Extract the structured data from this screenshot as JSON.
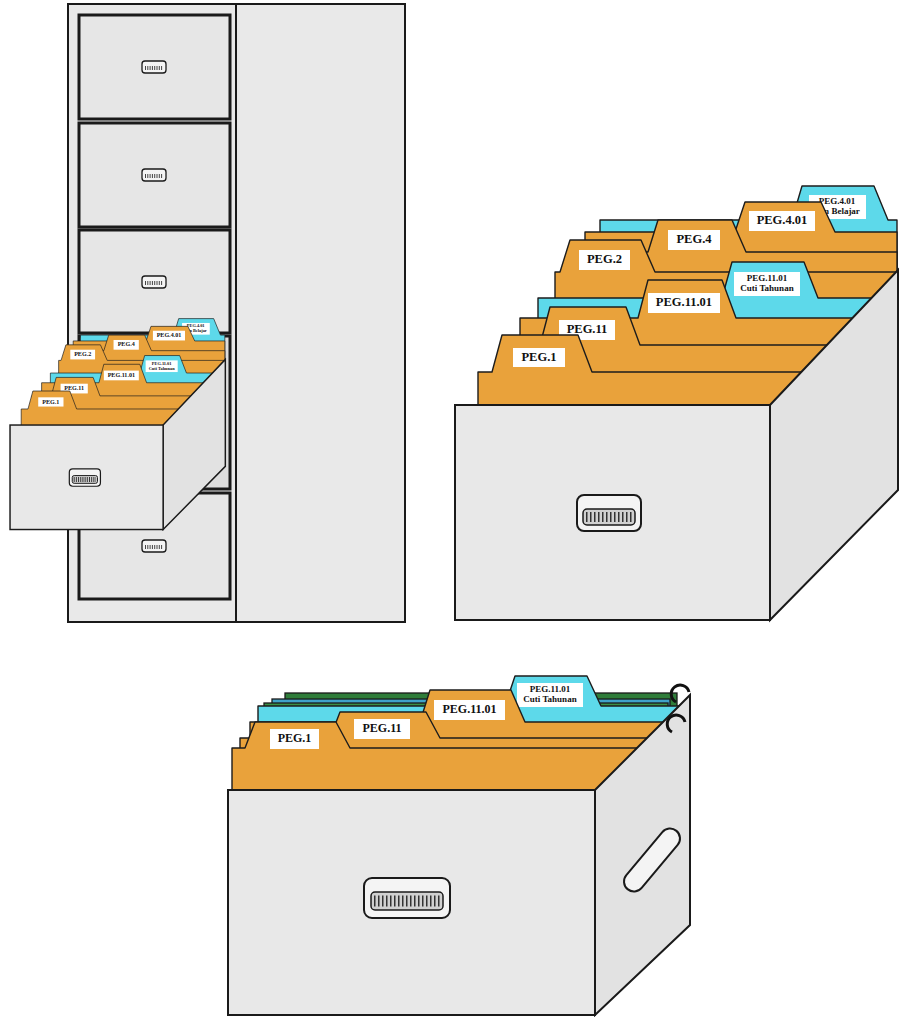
{
  "diagram": {
    "nodes": [
      {
        "text": [
          "PEG.1"
        ]
      },
      {
        "text": [
          "PEG.11"
        ]
      },
      {
        "text": [
          "PEG.11.01"
        ]
      },
      {
        "text": [
          "PEG.11.01 Cuti Tahunan"
        ]
      },
      {
        "text": [
          "PEG.2"
        ]
      },
      {
        "text": [
          "PEG.4"
        ]
      },
      {
        "text": [
          "PEG.4.01"
        ]
      },
      {
        "text": [
          "PEG.4.01 Izin Belajar"
        ]
      },
      {
        "text": [
          "PEG.1"
        ]
      },
      {
        "text": [
          "PEG.11"
        ]
      },
      {
        "text": [
          "PEG.11.01"
        ]
      },
      {
        "text": [
          "PEG.11.01 Cuti Tahunan"
        ]
      },
      {
        "text": [
          "PEG.2"
        ]
      },
      {
        "text": [
          "PEG.4"
        ]
      },
      {
        "text": [
          "PEG.4.01"
        ]
      },
      {
        "text": [
          "PEG.4.01 Izin Belajar"
        ]
      },
      {
        "text": [
          "PEG.1"
        ]
      },
      {
        "text": [
          "PEG.11"
        ]
      },
      {
        "text": [
          "PEG.11.01"
        ]
      },
      {
        "text": [
          "PEG.11.01 Cuti Tahunan"
        ]
      }
    ]
  }
}
